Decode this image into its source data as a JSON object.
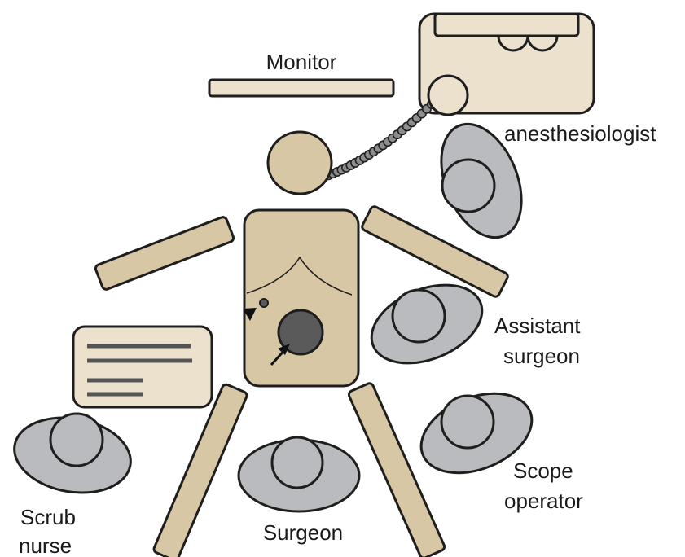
{
  "labels": {
    "monitor": "Monitor",
    "anesthesiologist": "anesthesiologist",
    "assistant_surgeon": [
      "Assistant",
      "surgeon"
    ],
    "scope_operator": [
      "Scope",
      "operator"
    ],
    "surgeon": "Surgeon",
    "scrub_nurse": [
      "Scrub",
      "nurse"
    ]
  },
  "colors": {
    "patient_body": "#d8c7a5",
    "equipment": "#ebe1cc",
    "staff": "#b9bbbe",
    "port": "#555555",
    "outline": "#1e1e1e"
  }
}
